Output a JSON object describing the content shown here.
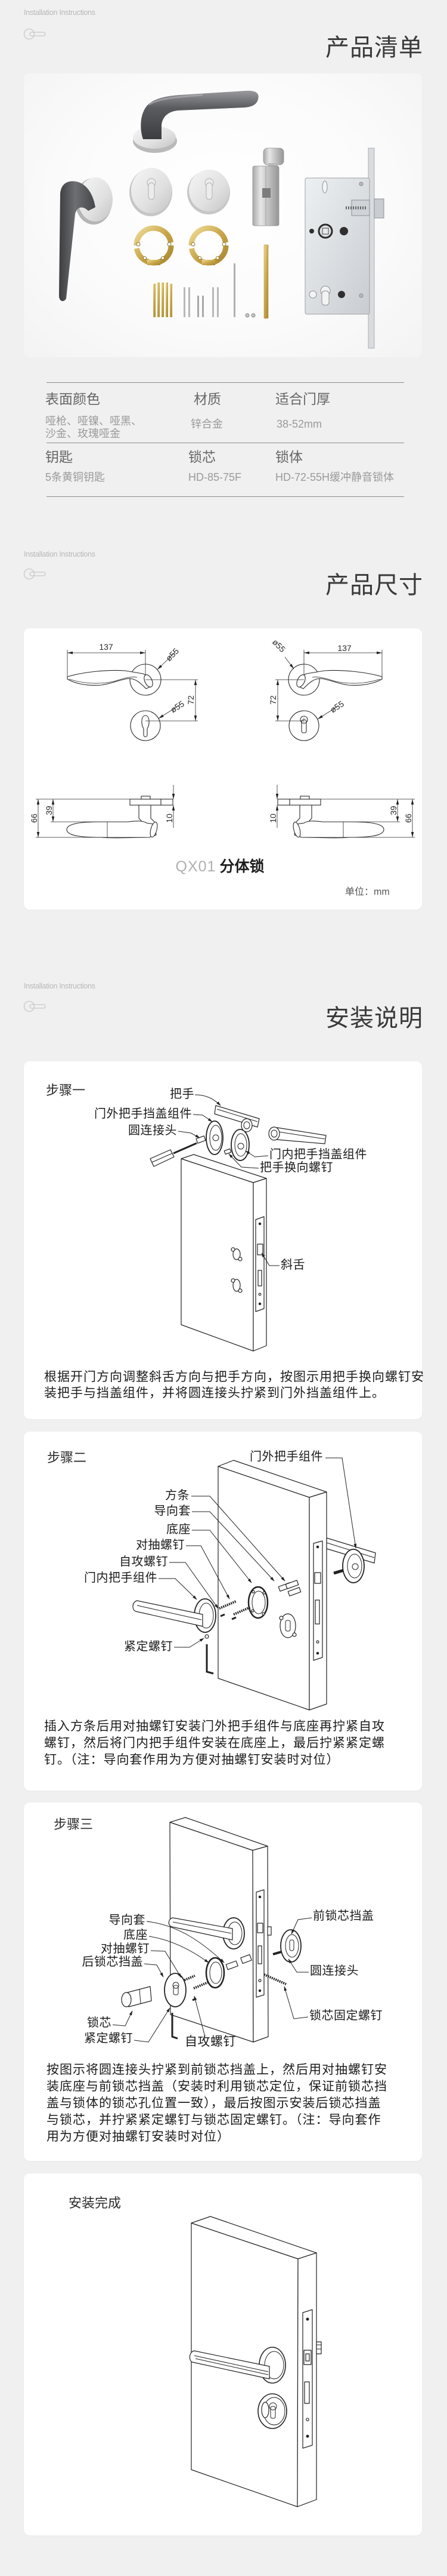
{
  "theme": {
    "page_background": "#f0f0f0",
    "card_background": "#ffffff",
    "title_color": "#3a3a3a",
    "rule_color": "#8c8c8c",
    "spec_label_color": "#666666",
    "spec_value_color": "#9a9a9a",
    "brass_color": "#c9a64a",
    "gunmetal_color": "#55565a"
  },
  "product_list": {
    "eyebrow": "Installation Instructions",
    "icon": "key-icon",
    "title": "产品清单",
    "specs": [
      {
        "label": "表面颜色",
        "value_lines": [
          "哑枪、哑镍、哑黑、",
          "沙金、玫瑰哑金"
        ]
      },
      {
        "label": "材质",
        "value_lines": [
          "锌合金"
        ]
      },
      {
        "label": "适合门厚",
        "value_lines": [
          "38-52mm"
        ]
      },
      {
        "label": "钥匙",
        "value_lines": [
          "5条黄铜钥匙"
        ]
      },
      {
        "label": "锁芯",
        "value_lines": [
          "HD-85-75F"
        ]
      },
      {
        "label": "锁体",
        "value_lines": [
          "HD-72-55H缓冲静音锁体"
        ]
      }
    ]
  },
  "dimensions": {
    "eyebrow": "Installation Instructions",
    "icon": "key-icon",
    "title": "产品尺寸",
    "top_view": {
      "lever_length": "137",
      "rosette_diameter": "ø55",
      "escutcheon_diameter": "ø55",
      "center_distance": "72"
    },
    "side_view": {
      "total_height": "66",
      "lever_height": "39",
      "rosette_thickness": "10"
    },
    "model_code": "QX01",
    "model_name": "分体锁",
    "unit_note": "单位：mm"
  },
  "installation": {
    "eyebrow": "Installation Instructions",
    "icon": "key-icon",
    "title": "安装说明",
    "steps": [
      {
        "title": "步骤一",
        "labels": {
          "handle": "把手",
          "outer_cover_assembly": "门外把手挡盖组件",
          "round_connector": "圆连接头",
          "inner_cover_assembly": "门内把手挡盖组件",
          "reversing_screw": "把手换向螺钉",
          "latch": "斜舌"
        },
        "description_lines": [
          "根据开门方向调整斜舌方向与把手方向，按图示用把手换向螺钉安",
          "装把手与挡盖组件，并将圆连接头拧紧到门外挡盖组件上。"
        ]
      },
      {
        "title": "步骤二",
        "labels": {
          "outer_handle_assembly": "门外把手组件",
          "spindle": "方条",
          "guide_sleeve": "导向套",
          "base": "底座",
          "through_bolt": "对抽螺钉",
          "self_tapping_screw": "自攻螺钉",
          "inner_handle_assembly": "门内把手组件",
          "set_screw": "紧定螺钉"
        },
        "description_lines": [
          "插入方条后用对抽螺钉安装门外把手组件与底座再拧紧自攻",
          "螺钉，然后将门内把手组件安装在底座上，最后拧紧紧定螺",
          "钉。（注：导向套作用为方便对抽螺钉安装时对位）"
        ]
      },
      {
        "title": "步骤三",
        "labels": {
          "guide_sleeve": "导向套",
          "base": "底座",
          "through_bolt": "对抽螺钉",
          "rear_cylinder_cover": "后锁芯挡盖",
          "cylinder": "锁芯",
          "set_screw": "紧定螺钉",
          "self_tapping_screw": "自攻螺钉",
          "front_cylinder_cover": "前锁芯挡盖",
          "round_connector": "圆连接头",
          "cylinder_fixing_screw": "锁芯固定螺钉"
        },
        "description_lines": [
          "按图示将圆连接头拧紧到前锁芯挡盖上，然后用对抽螺钉安",
          "装底座与前锁芯挡盖（安装时利用锁芯定位，保证前锁芯挡",
          "盖与锁体的锁芯孔位置一致），最后按图示安装后锁芯挡盖",
          "与锁芯，并拧紧紧定螺钉与锁芯固定螺钉。（注：导向套作",
          "用为方便对抽螺钉安装时对位）"
        ]
      },
      {
        "title": "安装完成"
      }
    ]
  }
}
